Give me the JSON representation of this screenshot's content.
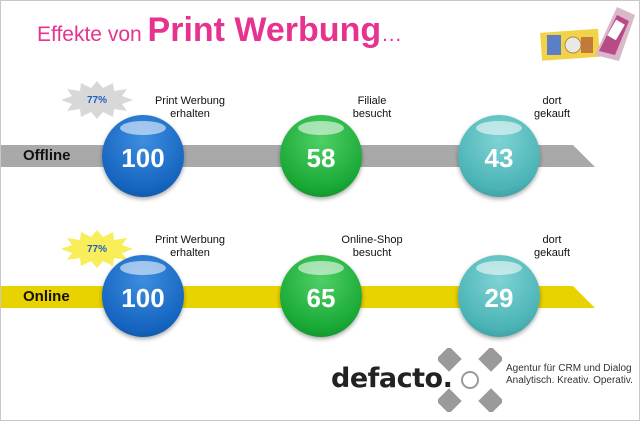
{
  "title": {
    "prefix": "Effekte von ",
    "main": "Print Werbung",
    "suffix": "…"
  },
  "colors": {
    "accent": "#e6338f",
    "blue": "#1565c0",
    "green": "#18a835",
    "teal": "#4ab3b5",
    "offline_bar": "#a9a9a9",
    "online_bar": "#e8d200"
  },
  "rows": [
    {
      "label": "Offline",
      "burst": "77%",
      "steps": [
        {
          "caption_1": "Print Werbung",
          "caption_2": "erhalten",
          "value": "100"
        },
        {
          "caption_1": "Filiale",
          "caption_2": "besucht",
          "value": "58"
        },
        {
          "caption_1": "dort",
          "caption_2": "gekauft",
          "value": "43"
        }
      ]
    },
    {
      "label": "Online",
      "burst": "77%",
      "steps": [
        {
          "caption_1": "Print Werbung",
          "caption_2": "erhalten",
          "value": "100"
        },
        {
          "caption_1": "Online-Shop",
          "caption_2": "besucht",
          "value": "65"
        },
        {
          "caption_1": "dort",
          "caption_2": "gekauft",
          "value": "29"
        }
      ]
    }
  ],
  "logo": {
    "wordmark": "defacto.",
    "tagline_1": "Agentur für CRM und Dialog",
    "tagline_2": "Analytisch. Kreativ. Operativ."
  }
}
